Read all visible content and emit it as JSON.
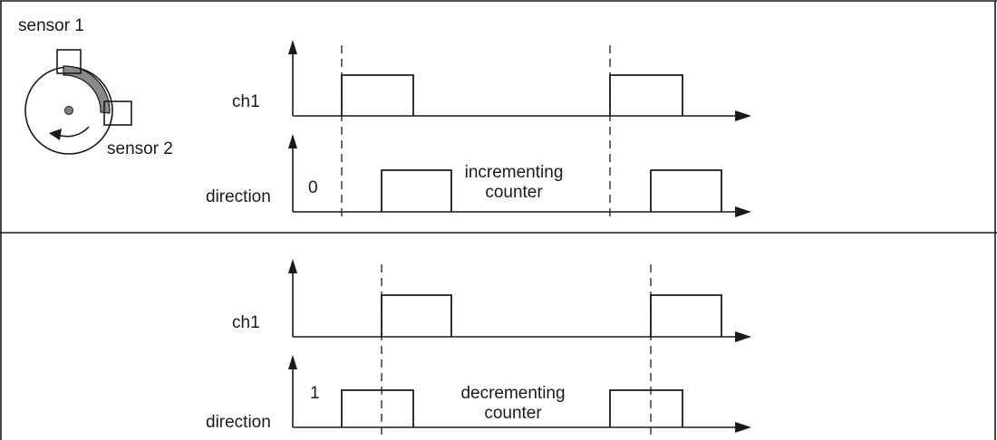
{
  "sensor_diagram": {
    "sensor1_label": "sensor 1",
    "sensor2_label": "sensor 2"
  },
  "top_panel": {
    "ch1_label": "ch1",
    "direction_label": "direction",
    "direction_value": "0",
    "note_line1": "incrementing",
    "note_line2": "counter"
  },
  "bottom_panel": {
    "ch1_label": "ch1",
    "direction_label": "direction",
    "direction_value": "1",
    "note_line1": "decrementing",
    "note_line2": "counter"
  }
}
